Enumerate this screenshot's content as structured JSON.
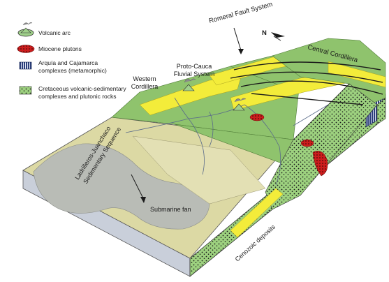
{
  "legend": {
    "items": [
      {
        "label": "Volcanic arc",
        "icon": "volcano-icon"
      },
      {
        "label": "Miocene plutons",
        "icon": "pluton-swatch"
      },
      {
        "label": "Arquía and Cajamarca complexes (metamorphic)",
        "line1": "Arquía and Cajamarca",
        "line2": "complexes (metamorphic)",
        "icon": "metamorphic-swatch"
      },
      {
        "label": "Cretaceous volcanic-sedimentary complexes and plutonic rocks",
        "line1": "Cretaceous volcanic-sedimentary",
        "line2": "complexes and plutonic rocks",
        "icon": "cretaceous-swatch"
      }
    ]
  },
  "labels": {
    "romeral_fault": "Romeral Fault System",
    "central_cordillera": "Central Cordillera",
    "western_cordillera_1": "Western",
    "western_cordillera_2": "Cordillera",
    "proto_cauca_1": "Proto-Cauca",
    "proto_cauca_2": "Fluvial System",
    "ladrilleros_1": "Ladrilleros-Juanchaco",
    "ladrilleros_2": "Sedimentary Sequence",
    "submarine_fan": "Submarine fan",
    "cenozoic": "Cenozoic deposits",
    "north": "N"
  },
  "colors": {
    "green": "#8fc36d",
    "green_dark": "#6fa84f",
    "yellow": "#f3ec3a",
    "tan": "#dcd9a4",
    "fan": "#b9bcb6",
    "sea_front": "#c9cfda",
    "stipple_bg": "#9dd17f",
    "pluton": "#cc1d1d",
    "metamorphic": "#2c3f7a"
  }
}
